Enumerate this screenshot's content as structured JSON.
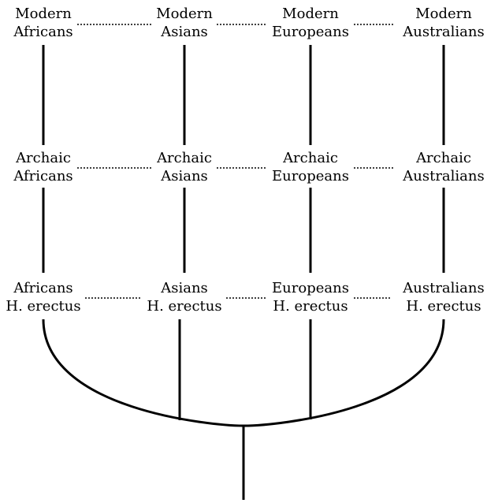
{
  "nodes": {
    "modern": [
      {
        "line1": "Modern",
        "line2": "Africans"
      },
      {
        "line1": "Modern",
        "line2": "Asians"
      },
      {
        "line1": "Modern",
        "line2": "Europeans"
      },
      {
        "line1": "Modern",
        "line2": "Australians"
      }
    ],
    "archaic": [
      {
        "line1": "Archaic",
        "line2": "Africans"
      },
      {
        "line1": "Archaic",
        "line2": "Asians"
      },
      {
        "line1": "Archaic",
        "line2": "Europeans"
      },
      {
        "line1": "Archaic",
        "line2": "Australians"
      }
    ],
    "erectus": [
      {
        "line1": "Africans",
        "line2": "H. erectus"
      },
      {
        "line1": "Asians",
        "line2": "H. erectus"
      },
      {
        "line1": "Europeans",
        "line2": "H. erectus"
      },
      {
        "line1": "Australians",
        "line2": "H. erectus"
      }
    ]
  }
}
